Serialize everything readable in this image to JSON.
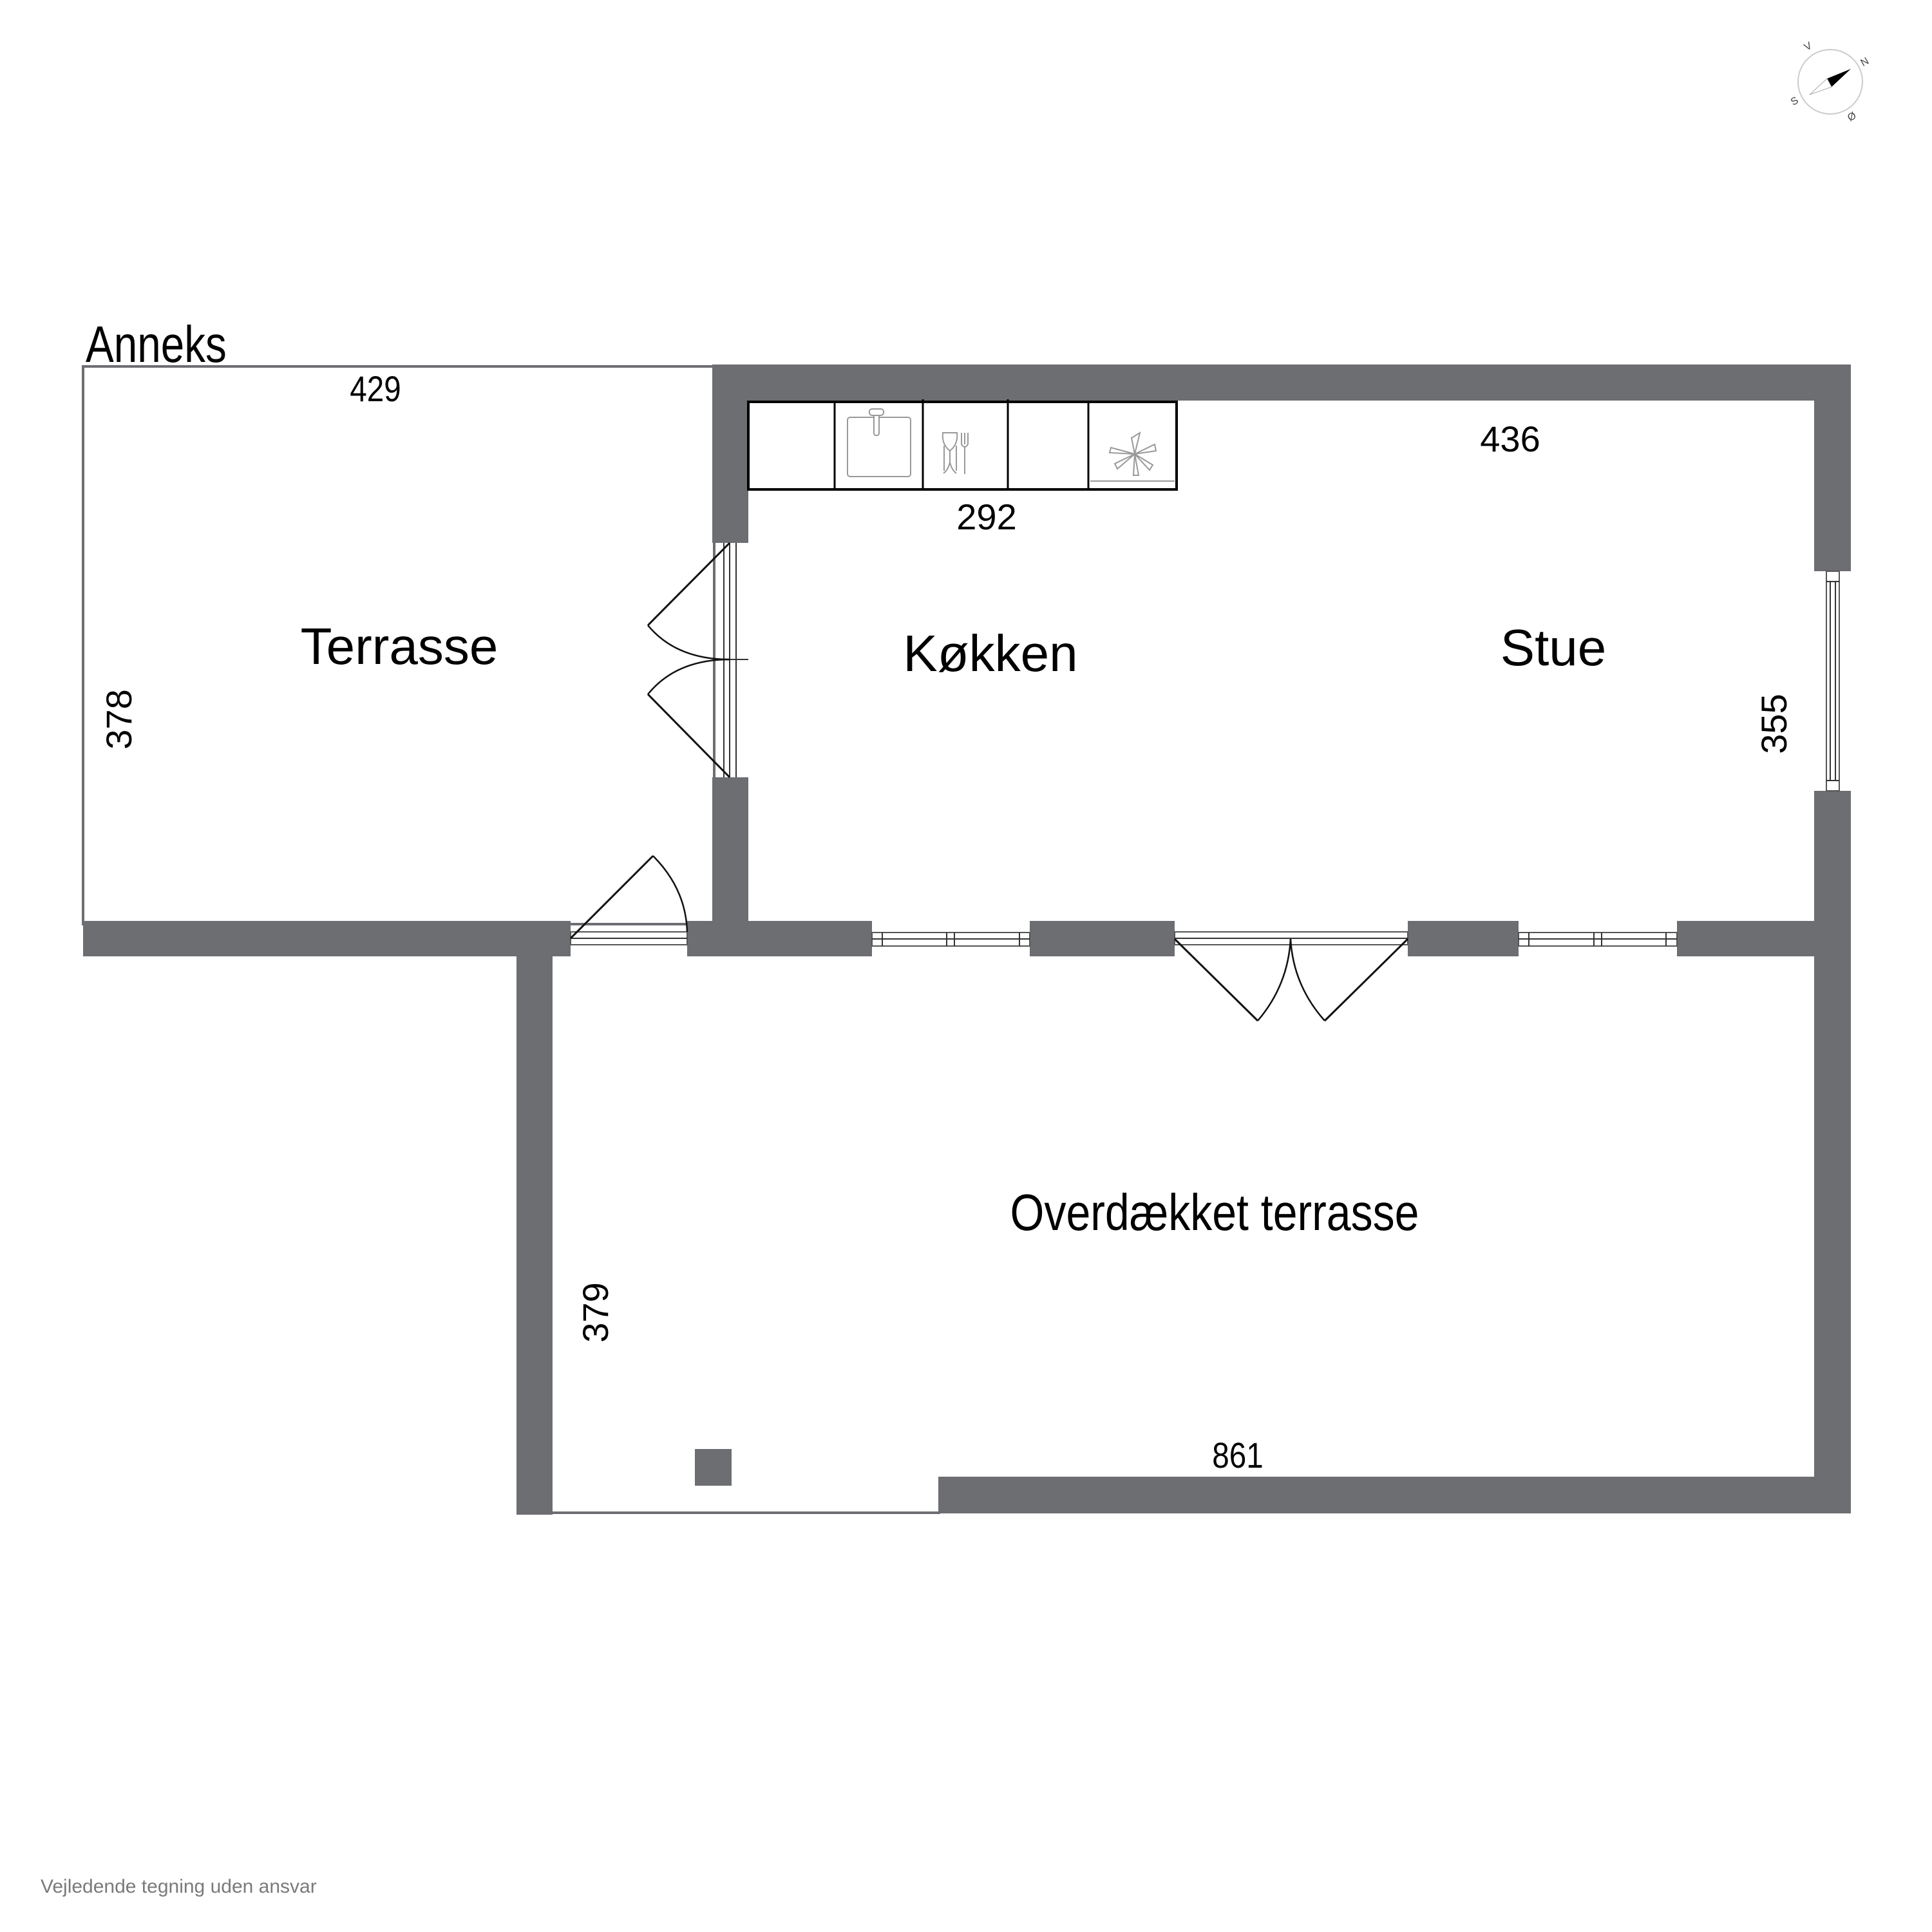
{
  "plan": {
    "title": "Anneks",
    "footer": "Vejledende tegning uden ansvar",
    "wall_color": "#6d6e72"
  },
  "rooms": [
    {
      "name": "Terrasse"
    },
    {
      "name": "Køkken"
    },
    {
      "name": "Stue"
    },
    {
      "name": "Overdækket terrasse"
    }
  ],
  "dimensions": {
    "terrasse_width": "429",
    "terrasse_depth": "378",
    "kitchen_counter": "292",
    "stue_width": "436",
    "stue_depth": "355",
    "covered_depth": "379",
    "covered_width": "861"
  },
  "compass": {
    "icon": "compass-icon",
    "n": "N",
    "s": "S",
    "e": "Ø",
    "w": "V"
  },
  "kitchen_fixtures": [
    {
      "icon": "counter-cabinet"
    },
    {
      "icon": "sink-icon"
    },
    {
      "icon": "dishwasher-icon"
    },
    {
      "icon": "counter-cabinet"
    },
    {
      "icon": "stove-fan-icon"
    }
  ]
}
